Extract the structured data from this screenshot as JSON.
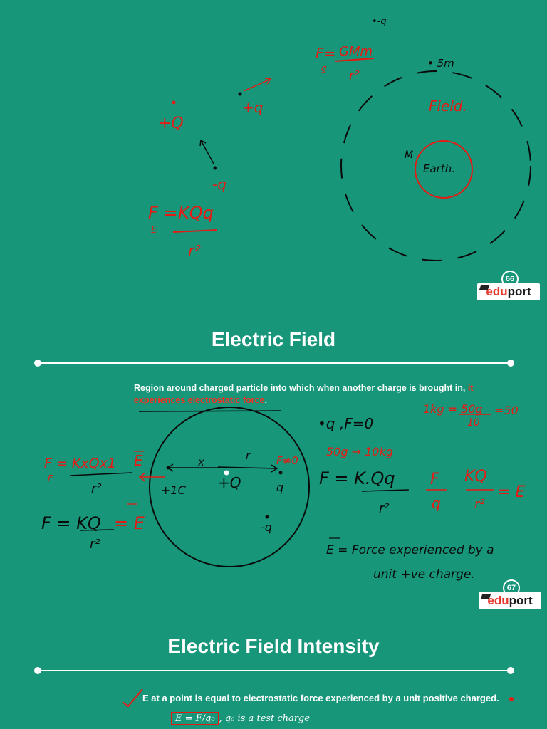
{
  "slide66": {
    "badge": {
      "num": "66",
      "edu": "edu",
      "port": "port"
    },
    "notes": {
      "charge_q_top": "•-q",
      "gravity_lhs": "F=",
      "gravity_sub": "g",
      "gravity_num": "GMm",
      "gravity_den": "r²",
      "small_mass": "• 5m",
      "field_label": "Field.",
      "mass_label": "M",
      "earth_label": "Earth.",
      "plus_Q": "+Q",
      "plus_q": "+q",
      "minus_q": "-q",
      "coulomb_lhs": "F =",
      "coulomb_sub": "E",
      "coulomb_num": "KQq",
      "coulomb_den": "r²"
    }
  },
  "slide67": {
    "badge": {
      "num": "67",
      "edu": "edu",
      "port": "port"
    },
    "title": "Electric Field",
    "definition": {
      "white": "Region around charged particle into which when another charge is brought in,",
      "red": "it experiences electrostatic force",
      "end": "."
    },
    "notes": {
      "q_zero": "•q ,F=0",
      "units_top": "1kg = 50g",
      "units_frac": "10",
      "units_eq": "=50",
      "mass_cmp": "50g → 10kg",
      "force_nonzero": "F≠0",
      "left_formula": "F = KxQx1",
      "left_sub": "E",
      "left_den": "r²",
      "E_vec": "E",
      "plus_1C": "+1C",
      "x_label": "x",
      "r_label": "r",
      "center_Q": "+Q",
      "point_q": "q",
      "point_minus_q": "-q",
      "F_eq": "F = KQ",
      "F_eq_den": "r²",
      "E_eq": "= E",
      "mid_formula": "F = K.Qq",
      "mid_den": "r²",
      "ratio_num": "F",
      "ratio_den": "q",
      "ratio_rhs": "KQ",
      "ratio_rhs_den": "r²",
      "ratio_E": "= E",
      "E_def_line1": "E = Force experienced by a",
      "E_def_line2": "unit +ve charge."
    }
  },
  "slide68": {
    "title": "Electric Field Intensity",
    "text": "E at a point is equal to electrostatic force experienced by a unit positive charged.",
    "formula_box": "E = F/q₀",
    "formula_rest": ", q₀ is a test charge"
  },
  "colors": {
    "background": "#17967a",
    "ink_red": "#e51b13",
    "ink_black": "#0a0a0a",
    "text": "#ffffff"
  }
}
